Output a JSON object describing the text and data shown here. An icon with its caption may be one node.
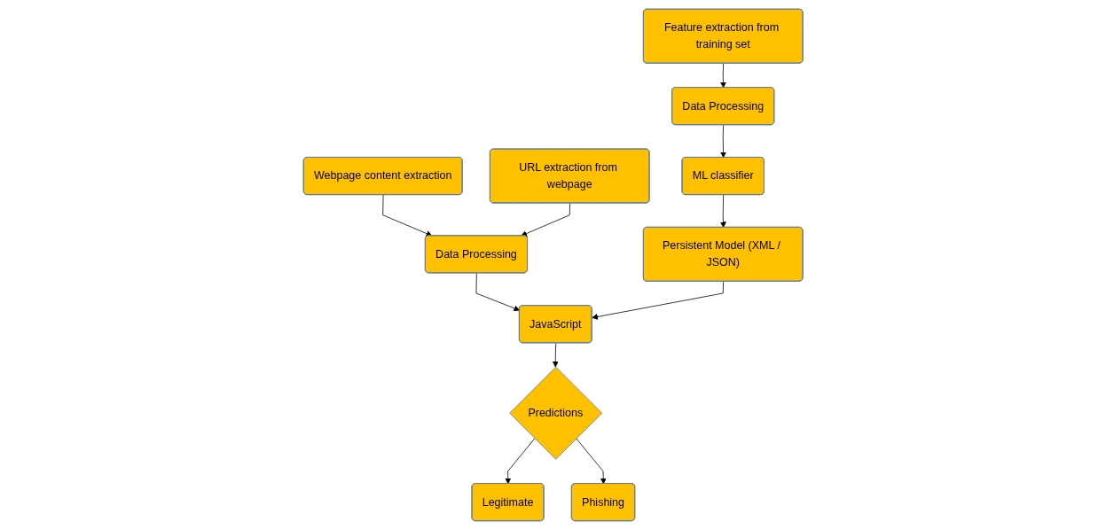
{
  "diagram": {
    "nodes": [
      {
        "text": [
          "Webpage content extraction"
        ]
      },
      {
        "text": [
          "URL extraction from webpage"
        ]
      },
      {
        "text": [
          "Feature extraction from training set"
        ]
      },
      {
        "text": [
          "Data Processing"
        ]
      },
      {
        "text": [
          "Data Processing"
        ]
      },
      {
        "text": [
          "ML classifier"
        ]
      },
      {
        "text": [
          "JavaScript"
        ]
      },
      {
        "text": [
          "Persistent Model (XML / JSON)"
        ]
      },
      {
        "text": [
          "Predictions"
        ]
      },
      {
        "text": [
          "Legitimate"
        ]
      },
      {
        "text": [
          "Phishing"
        ]
      }
    ],
    "edges": [
      {
        "from": 0,
        "to": 3,
        "arrow": "to"
      },
      {
        "from": 1,
        "to": 3,
        "arrow": "to"
      },
      {
        "from": 2,
        "to": 4,
        "arrow": "to"
      },
      {
        "from": 4,
        "to": 5,
        "arrow": "to"
      },
      {
        "from": 3,
        "to": 6,
        "arrow": "to"
      },
      {
        "from": 5,
        "to": 7,
        "arrow": "to"
      },
      {
        "from": 7,
        "to": 6,
        "arrow": "to"
      },
      {
        "from": 6,
        "to": 8,
        "arrow": "to"
      },
      {
        "from": 8,
        "to": 9,
        "arrow": "to"
      },
      {
        "from": 8,
        "to": 10,
        "arrow": "to"
      }
    ]
  }
}
